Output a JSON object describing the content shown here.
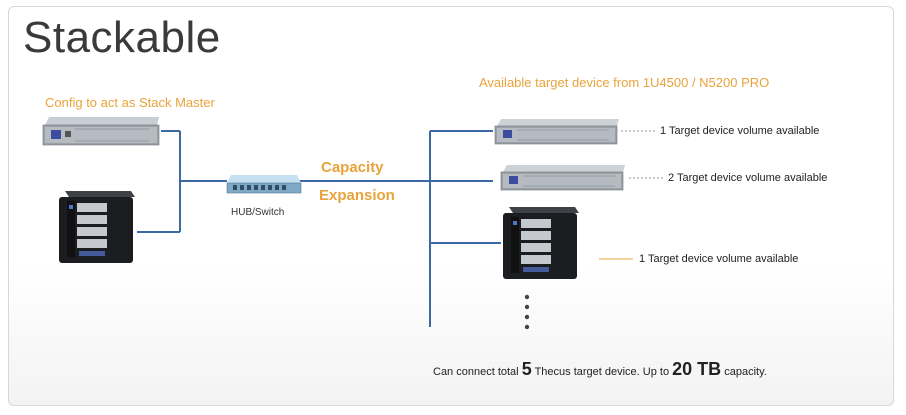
{
  "title": "Stackable",
  "master_label": "Config to act as Stack Master",
  "target_label": "Available target device from 1U4500 / N5200 PRO",
  "hub_label": "HUB/Switch",
  "capacity_line1": "Capacity",
  "capacity_line2": "Expansion",
  "volumes": [
    "1 Target device volume available",
    "2 Target device volume available",
    "1 Target device volume available"
  ],
  "bottom": {
    "pre": "Can connect total",
    "count": "5",
    "mid": "Thecus target device.   Up to",
    "size": "20 TB",
    "post": "capacity."
  },
  "colors": {
    "line": "#3b6aa3",
    "accent": "#e8a33b",
    "dots": "#7f7f7f"
  }
}
